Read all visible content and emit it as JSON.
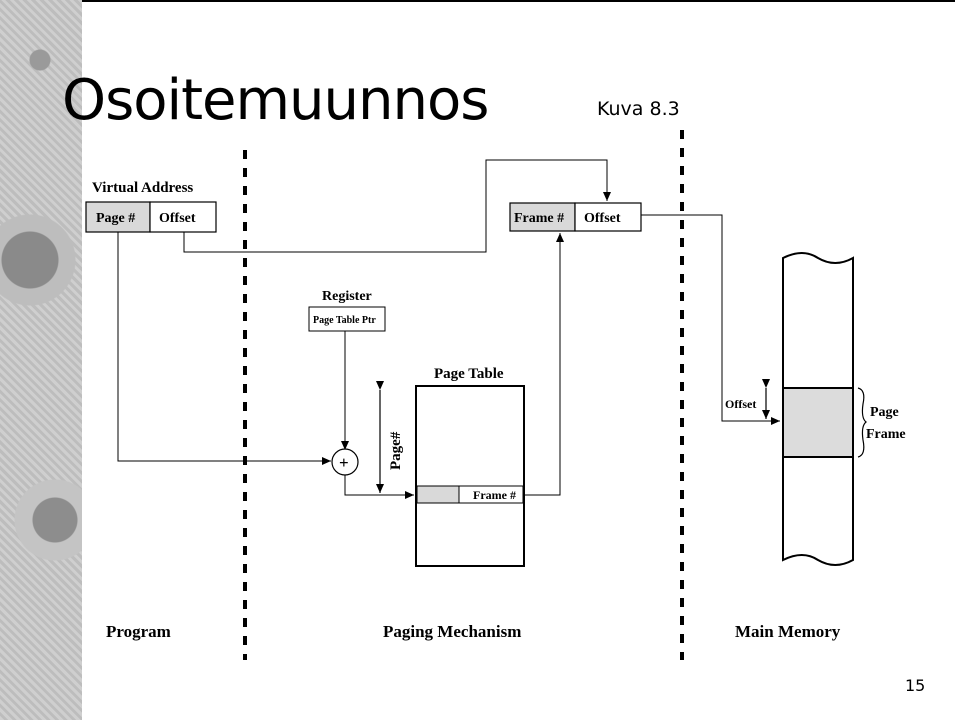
{
  "slide": {
    "title": "Osoitemuunnos",
    "figure_ref": "Kuva 8.3",
    "page_number": "15"
  },
  "diagram": {
    "virtual_address_label": "Virtual Address",
    "page_field": "Page #",
    "offset_field": "Offset",
    "register_label": "Register",
    "register_field": "Page Table Ptr",
    "page_table_label": "Page Table",
    "page_index_label": "Page#",
    "frame_entry": "Frame #",
    "physical_frame_field": "Frame #",
    "physical_offset_field": "Offset",
    "offset_label": "Offset",
    "page_frame_label_line1": "Page",
    "page_frame_label_line2": "Frame",
    "adder_symbol": "+",
    "section_program": "Program",
    "section_paging": "Paging Mechanism",
    "section_memory": "Main Memory"
  },
  "colors": {
    "shaded_cell": "#d9d9d9",
    "line": "#000000"
  }
}
